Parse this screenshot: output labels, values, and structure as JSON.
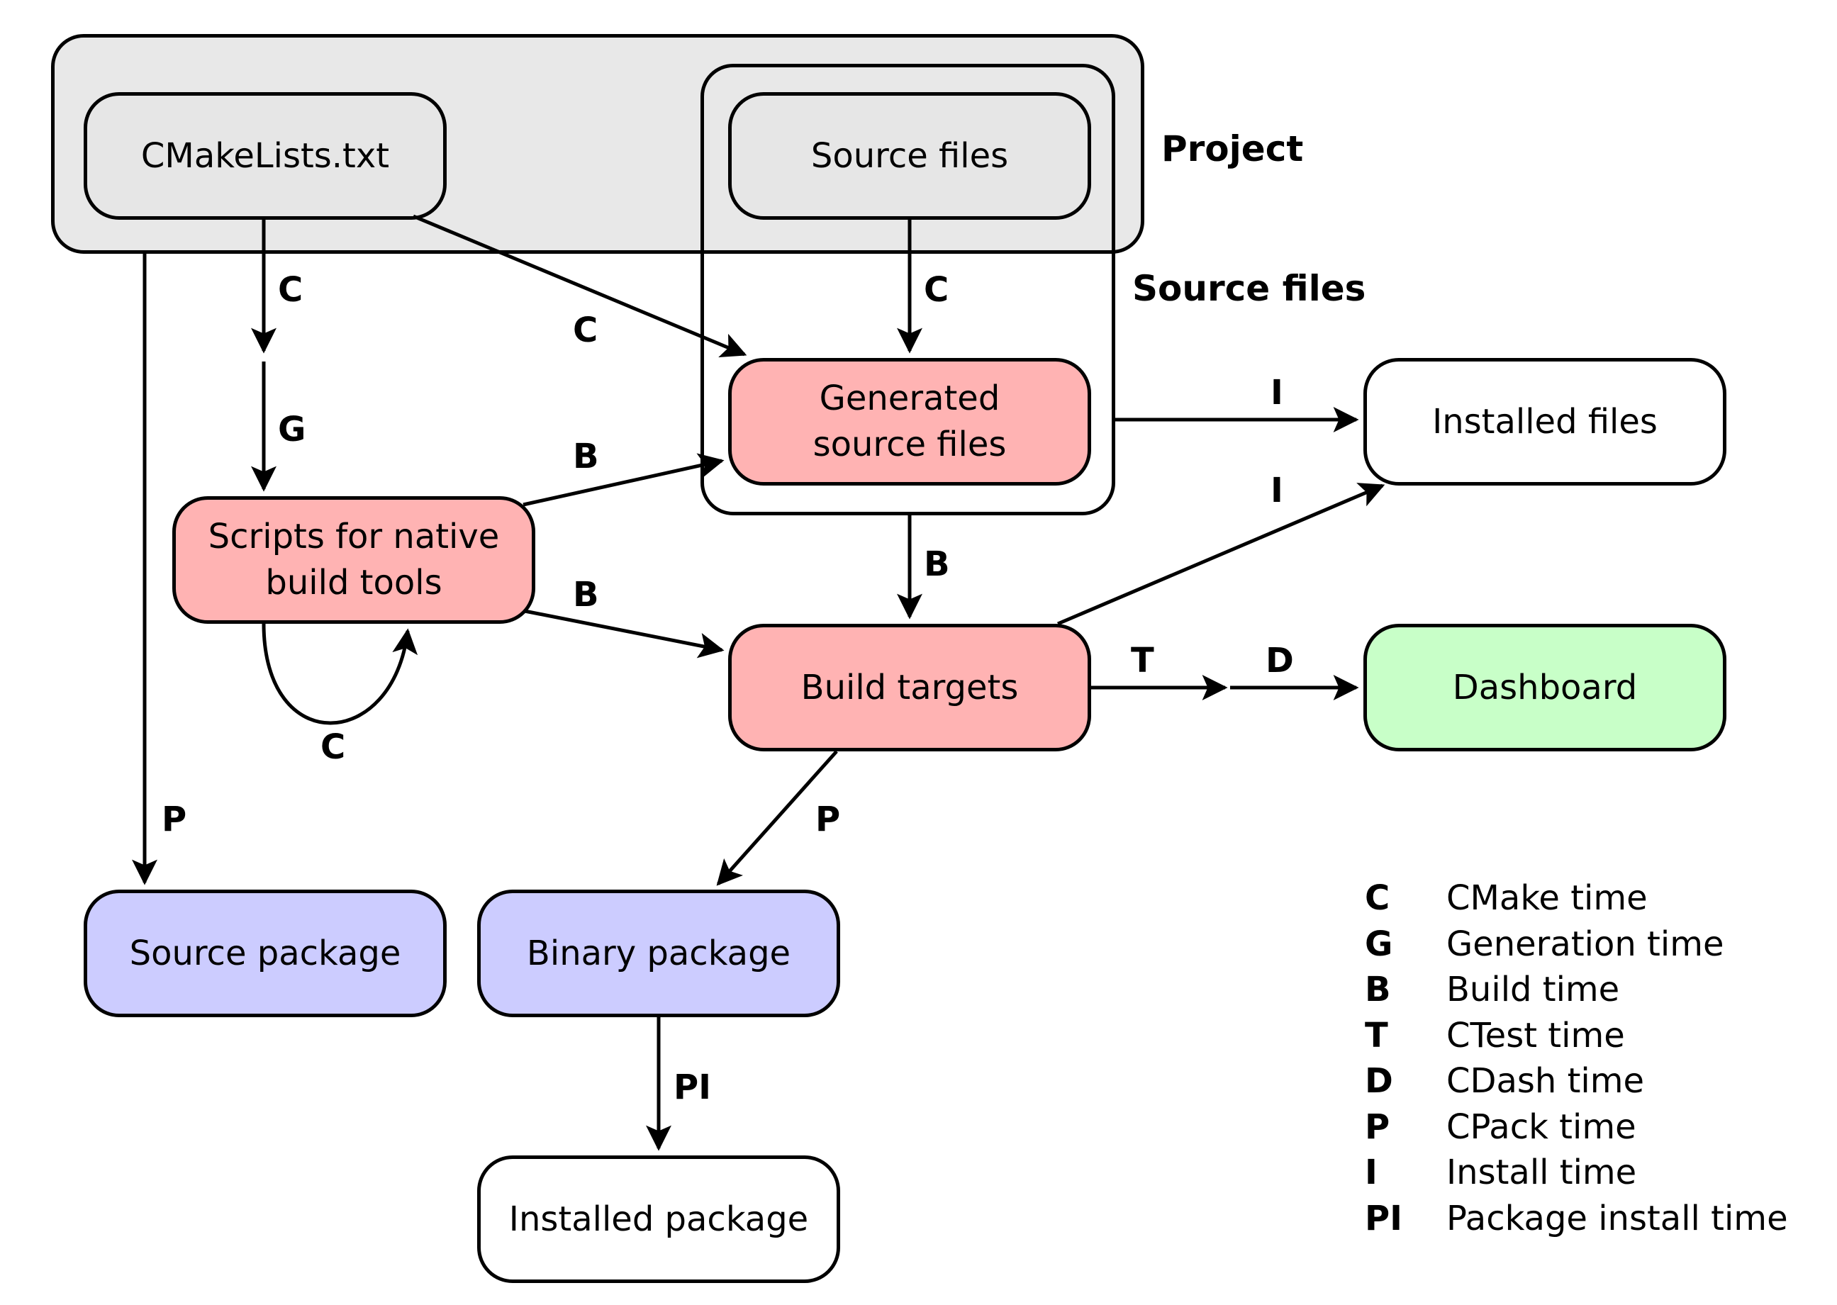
{
  "colors": {
    "project_group": "#e8e8e8",
    "input_node": "#e6e6e6",
    "build_node": "#ffb3b3",
    "package_node": "#ccccff",
    "dashboard_node": "#c8ffc8",
    "output_node": "#ffffff",
    "stroke": "#000000"
  },
  "groups": {
    "project": "Project",
    "source_files": "Source files"
  },
  "nodes": {
    "cmakelists": "CMakeLists.txt",
    "source_files": "Source files",
    "generated_source_files": "Generated\nsource files",
    "scripts": "Scripts for native\nbuild tools",
    "build_targets": "Build targets",
    "installed_files": "Installed files",
    "dashboard": "Dashboard",
    "source_package": "Source package",
    "binary_package": "Binary package",
    "installed_package": "Installed package"
  },
  "edge_labels": {
    "cmake_to_cut": "C",
    "cut_to_scripts": "G",
    "cmake_to_generated": "C",
    "source_to_generated": "C",
    "scripts_to_generated": "B",
    "scripts_to_build": "B",
    "scripts_self": "C",
    "generated_to_build": "B",
    "generated_to_installed": "I",
    "build_to_installed": "I",
    "build_to_test": "T",
    "test_to_dashboard": "D",
    "cmake_to_source_package": "P",
    "build_to_binary_package": "P",
    "binary_to_installed_package": "PI"
  },
  "legend": [
    {
      "code": "C",
      "text": "CMake time"
    },
    {
      "code": "G",
      "text": "Generation time"
    },
    {
      "code": "B",
      "text": "Build time"
    },
    {
      "code": "T",
      "text": "CTest time"
    },
    {
      "code": "D",
      "text": "CDash time"
    },
    {
      "code": "P",
      "text": "CPack time"
    },
    {
      "code": "I",
      "text": "Install time"
    },
    {
      "code": "PI",
      "text": "Package install time"
    }
  ]
}
